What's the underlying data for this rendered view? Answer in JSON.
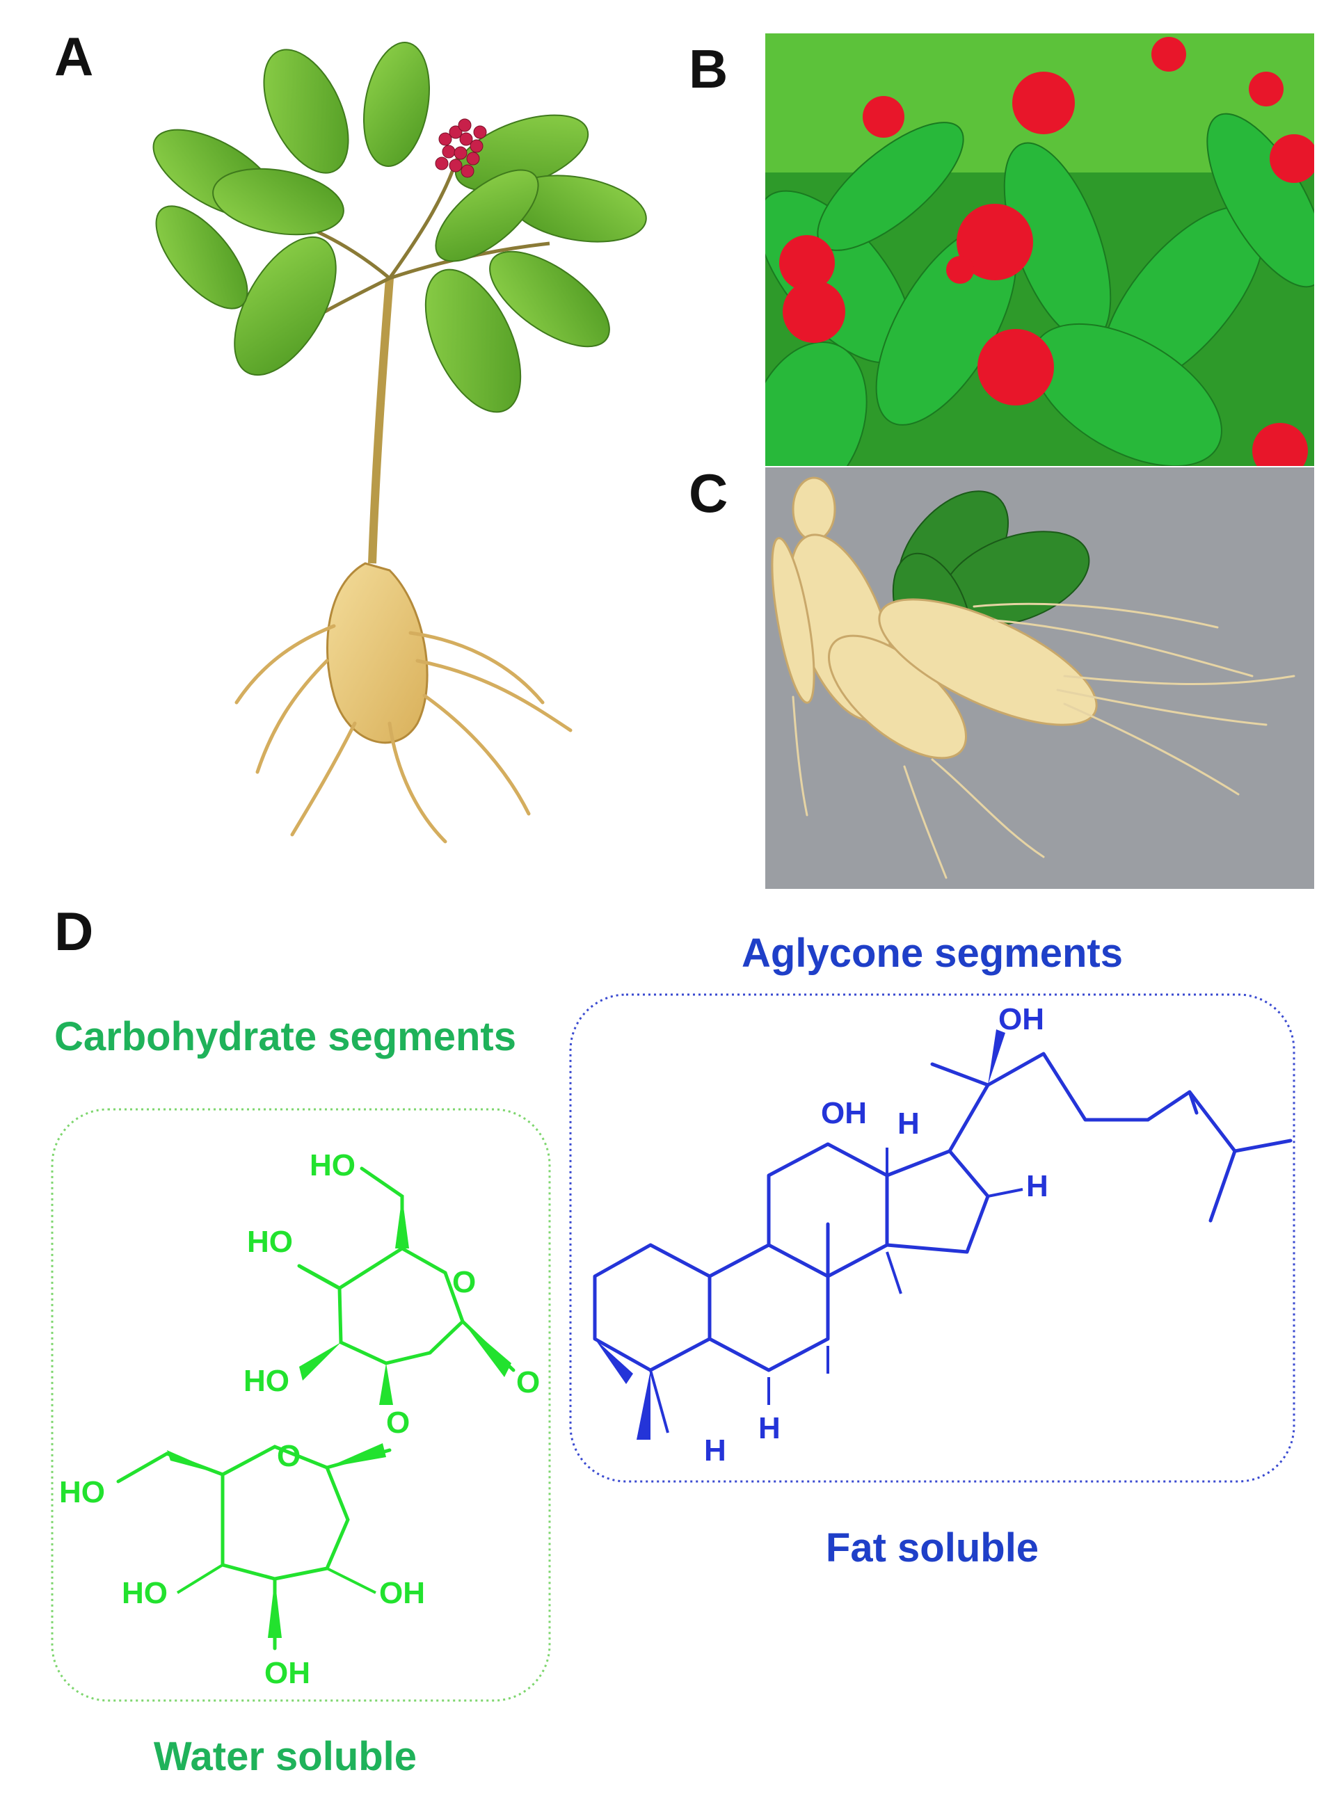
{
  "panels": {
    "a": "A",
    "b": "B",
    "c": "C",
    "d": "D"
  },
  "colors": {
    "carbohydrate": "#22e22e",
    "carbohydrate_label": "#1fb25a",
    "aglycone": "#2434d8",
    "aglycone_label": "#1f3fc8"
  },
  "diagram": {
    "aglycone_title": "Aglycone segments",
    "carbohydrate_title": "Carbohydrate segments",
    "aglycone_property": "Fat soluble",
    "carbohydrate_property": "Water soluble",
    "atoms": {
      "oh": "OH",
      "ho": "HO",
      "o": "O",
      "h": "H"
    }
  }
}
